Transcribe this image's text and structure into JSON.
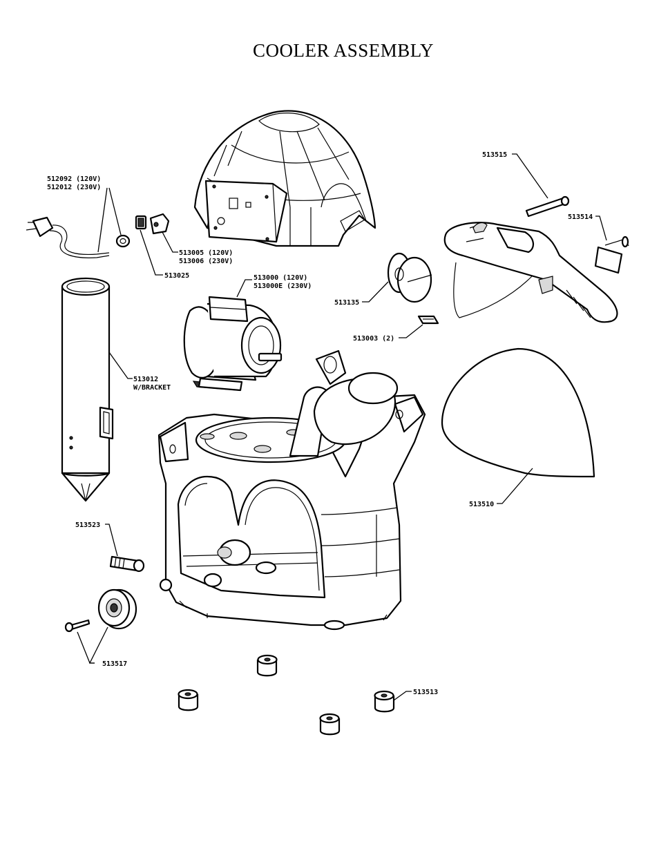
{
  "title": "COOLER ASSEMBLY",
  "labels": {
    "cord_120": "512092 (120V)",
    "cord_230": "512012 (230V)",
    "switch": "513025",
    "relay_120": "513005 (120V)",
    "relay_230": "513006 (230V)",
    "motor_120": "513000 (120V)",
    "motor_230": "513000E (230V)",
    "cup_dispenser_1": "513012",
    "cup_dispenser_2": "W/BRACKET",
    "hinge_pin": "513515",
    "latch": "513514",
    "knob": "513135",
    "blade": "513003 (2)",
    "shield": "513510",
    "fitting": "513523",
    "wheel": "513517",
    "foot": "513513"
  }
}
